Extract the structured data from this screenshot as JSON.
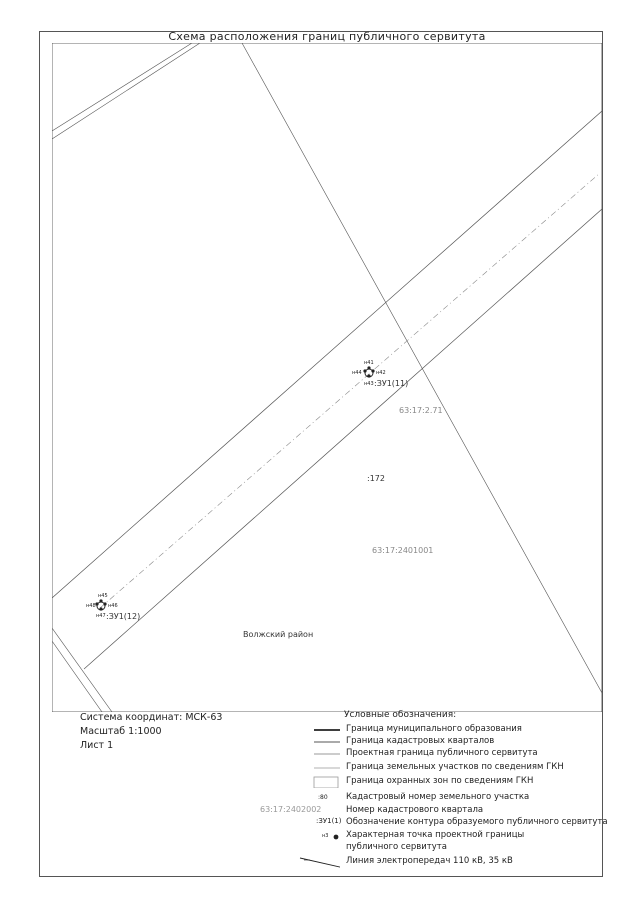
{
  "title": "Схема расположения границ публичного сервитута",
  "map": {
    "point_label_top": ":ЗУ1(11)",
    "point_label_bottom": ":ЗУ1(12)",
    "cadastral_grey": "63:17:2.71",
    "parcel_number": ":172",
    "quarter_number": "63:17:2401001",
    "district": "Волжский район",
    "nodes_top": [
      "н41",
      "н42",
      "н43",
      "н44"
    ],
    "nodes_bottom": [
      "н45",
      "н46",
      "н47",
      "н48"
    ]
  },
  "meta": {
    "coords": "Система координат: МСК-63",
    "scale": "Масштаб 1:1000",
    "sheet": "Лист 1"
  },
  "legend": {
    "title": "Условные обозначения:",
    "items": [
      {
        "text": "Граница муниципального образования"
      },
      {
        "text": "Граница кадастровых кварталов"
      },
      {
        "text": "Проектная граница публичного сервитута"
      },
      {
        "text": "Граница земельных участков по сведениям ГКН"
      },
      {
        "text": "Граница охранных зон по сведениям ГКН"
      },
      {
        "text": "Кадастровый номер земельного участка",
        "sample": ":80"
      },
      {
        "text": "Номер кадастрового квартала",
        "sample": "63:17:2402002"
      },
      {
        "text": "Обозначение контура образуемого публичного сервитута",
        "sample": ":ЗУ1(1)"
      },
      {
        "text": "Характерная точка проектной границы",
        "text2": "публичного сервитута",
        "sample": "н3"
      },
      {
        "text": "Линия электропередач 110 кВ, 35 кВ"
      }
    ]
  }
}
